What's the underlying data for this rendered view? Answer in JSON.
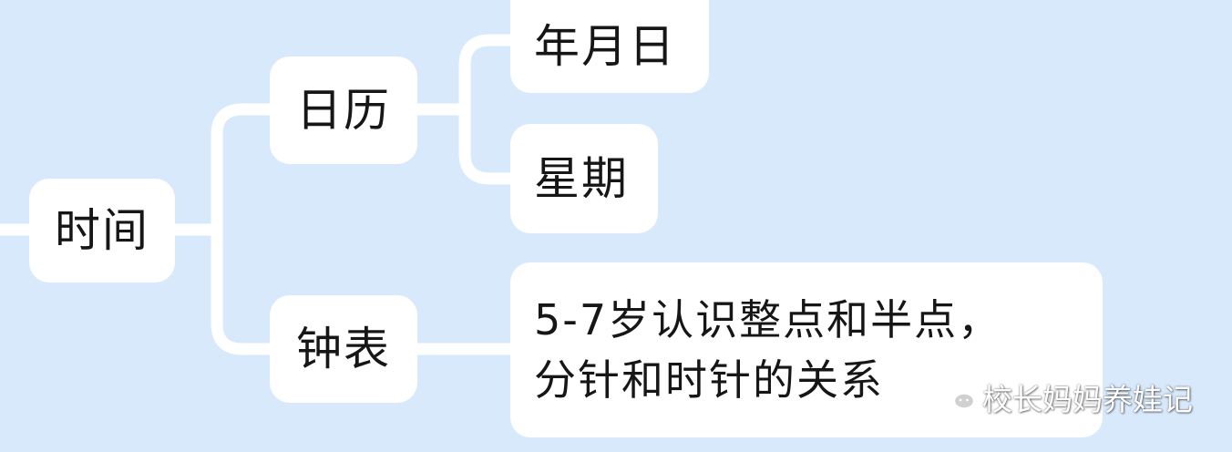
{
  "mindmap": {
    "root": "时间",
    "branches": [
      {
        "label": "日历",
        "children": [
          "年月日",
          "星期"
        ]
      },
      {
        "label": "钟表",
        "children": [
          "5-7岁认识整点和半点，",
          "分针和时针的关系"
        ]
      }
    ]
  },
  "watermark": {
    "text": "校长妈妈养娃记",
    "icon": "wechat-icon"
  },
  "colors": {
    "background": "#d8e9fb",
    "node": "#ffffff",
    "connector": "#ffffff",
    "text": "#161616"
  }
}
